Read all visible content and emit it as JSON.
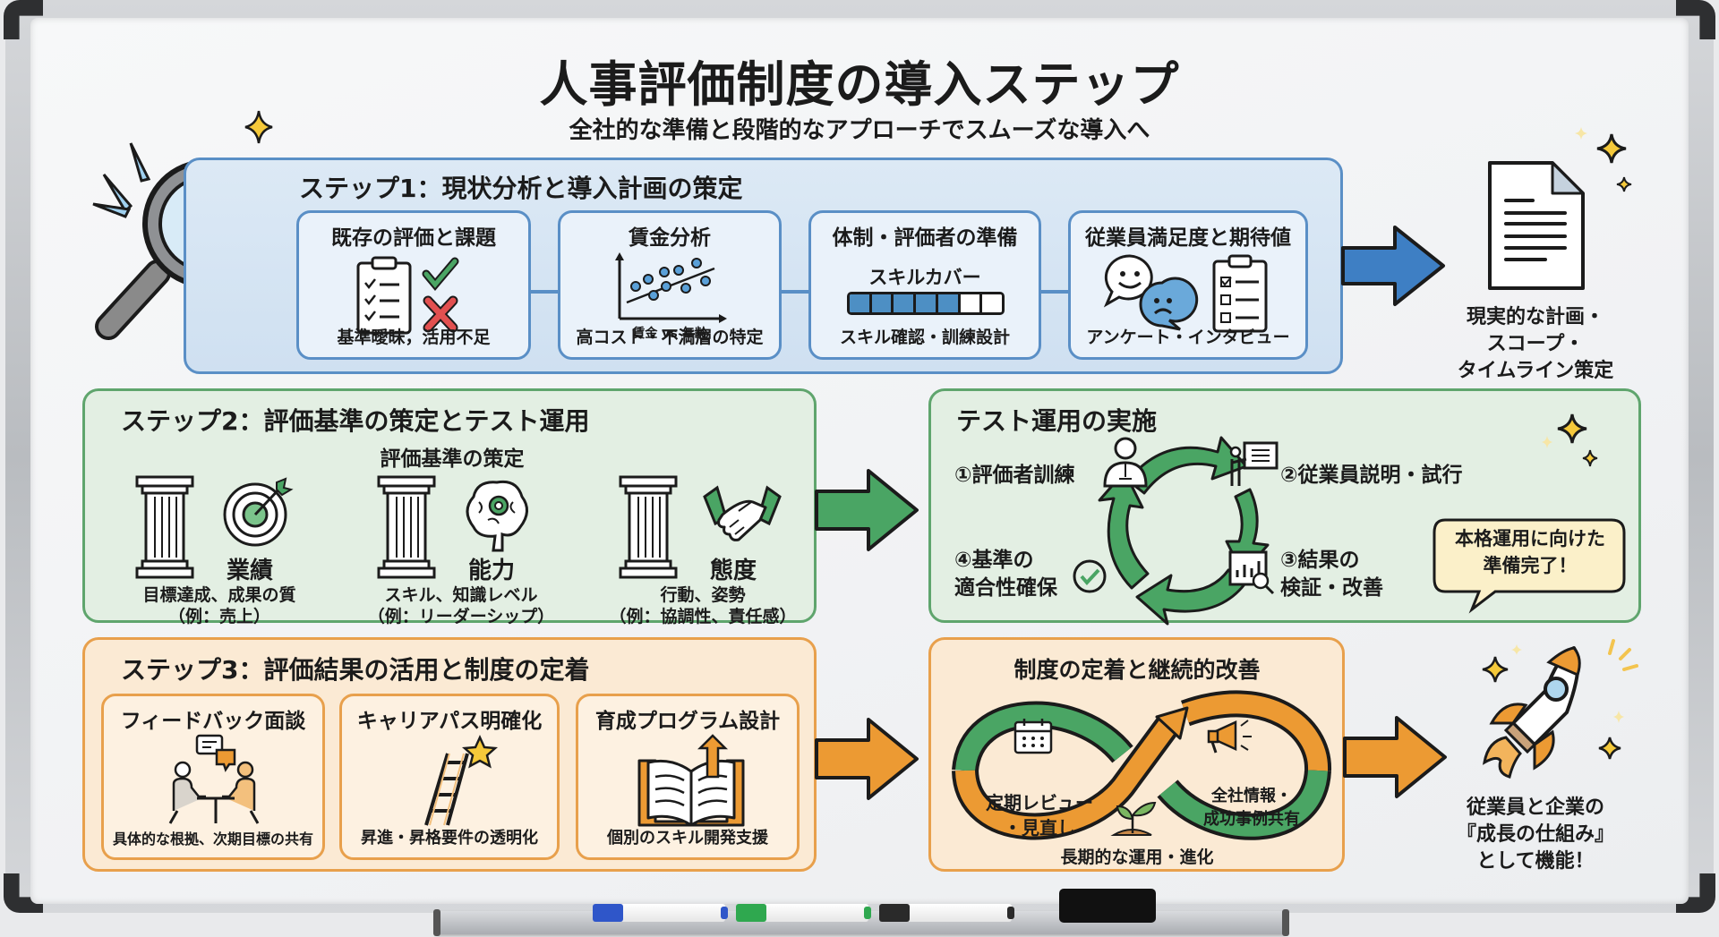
{
  "title": "人事評価制度の導入ステップ",
  "subtitle": "全社的な準備と段階的なアプローチでスムーズな導入へ",
  "colors": {
    "step1": "#5a8fc6",
    "step2": "#5fa56d",
    "step3": "#e8a04c",
    "arrow_blue": "#3e7fc4",
    "arrow_green": "#4aa564",
    "arrow_orange": "#ec9a33",
    "sparkle": "#f5c93a"
  },
  "step1": {
    "title": "ステップ1：現状分析と導入計画の策定",
    "cards": [
      {
        "title": "既存の評価と課題",
        "caption": "基準曖昧，活用不足",
        "icons": [
          "clipboard-checklist-icon",
          "check-icon",
          "cross-icon"
        ]
      },
      {
        "title": "賃金分析",
        "chart_label": "賃金 vs 年齢",
        "caption": "高コスト・不満層の特定",
        "icons": [
          "scatter-plot-icon"
        ]
      },
      {
        "title": "体制・評価者の準備",
        "bar_label": "スキルカバー",
        "skill_coverage": {
          "filled": 5,
          "total": 7
        },
        "caption": "スキル確認・訓練設計"
      },
      {
        "title": "従業員満足度と期待値",
        "caption": "アンケート・インタビュー",
        "icons": [
          "happy-bubble-icon",
          "sad-bubble-icon",
          "survey-clipboard-icon"
        ]
      }
    ],
    "outcome": {
      "lines": [
        "現実的な計画・",
        "スコープ・",
        "タイムライン策定"
      ],
      "icon": "document-icon"
    }
  },
  "step2": {
    "title": "ステップ2：評価基準の策定とテスト運用",
    "criteria_heading": "評価基準の策定",
    "pillars": [
      {
        "name": "業績",
        "desc1": "目標達成、成果の質",
        "desc2": "（例：売上）",
        "icon": "target-icon"
      },
      {
        "name": "能力",
        "desc1": "スキル、知識レベル",
        "desc2": "（例：リーダーシップ）",
        "icon": "brain-gear-icon"
      },
      {
        "name": "態度",
        "desc1": "行動、姿勢",
        "desc2": "（例：協調性、責任感）",
        "icon": "handshake-icon"
      }
    ],
    "test": {
      "title": "テスト運用の実施",
      "cycle": [
        {
          "lines": [
            "①評価者訓練"
          ],
          "icon": "evaluator-icon"
        },
        {
          "lines": [
            "②従業員説明・試行"
          ],
          "icon": "presentation-icon"
        },
        {
          "lines": [
            "③結果の",
            "検証・改善"
          ],
          "icon": "chart-magnifier-icon"
        },
        {
          "lines": [
            "④基準の",
            "適合性確保"
          ],
          "icon": "check-circle-icon"
        }
      ],
      "callout": [
        "本格運用に向けた",
        "準備完了！"
      ]
    }
  },
  "step3": {
    "title": "ステップ3：評価結果の活用と制度の定着",
    "cards": [
      {
        "title": "フィードバック面談",
        "caption": "具体的な根拠、次期目標の共有",
        "icon": "meeting-icon"
      },
      {
        "title": "キャリアパス明確化",
        "caption": "昇進・昇格要件の透明化",
        "icon": "ladder-star-icon"
      },
      {
        "title": "育成プログラム設計",
        "caption": "個別のスキル開発支援",
        "icon": "book-growth-icon"
      }
    ],
    "sustain": {
      "title": "制度の定着と継続的改善",
      "left_label": [
        "定期レビュー",
        "・見直し"
      ],
      "right_label": [
        "全社情報・",
        "成功事例共有"
      ],
      "bottom_label": "長期的な運用・進化"
    },
    "outcome": {
      "lines": [
        "従業員と企業の",
        "『成長の仕組み』",
        "として機能！"
      ],
      "icon": "rocket-icon"
    }
  },
  "tray": {
    "markers": [
      {
        "color": "#2f56c9",
        "name": "blue-marker"
      },
      {
        "color": "#2fa84f",
        "name": "green-marker"
      },
      {
        "color": "#2a2a2a",
        "name": "black-marker"
      }
    ]
  }
}
